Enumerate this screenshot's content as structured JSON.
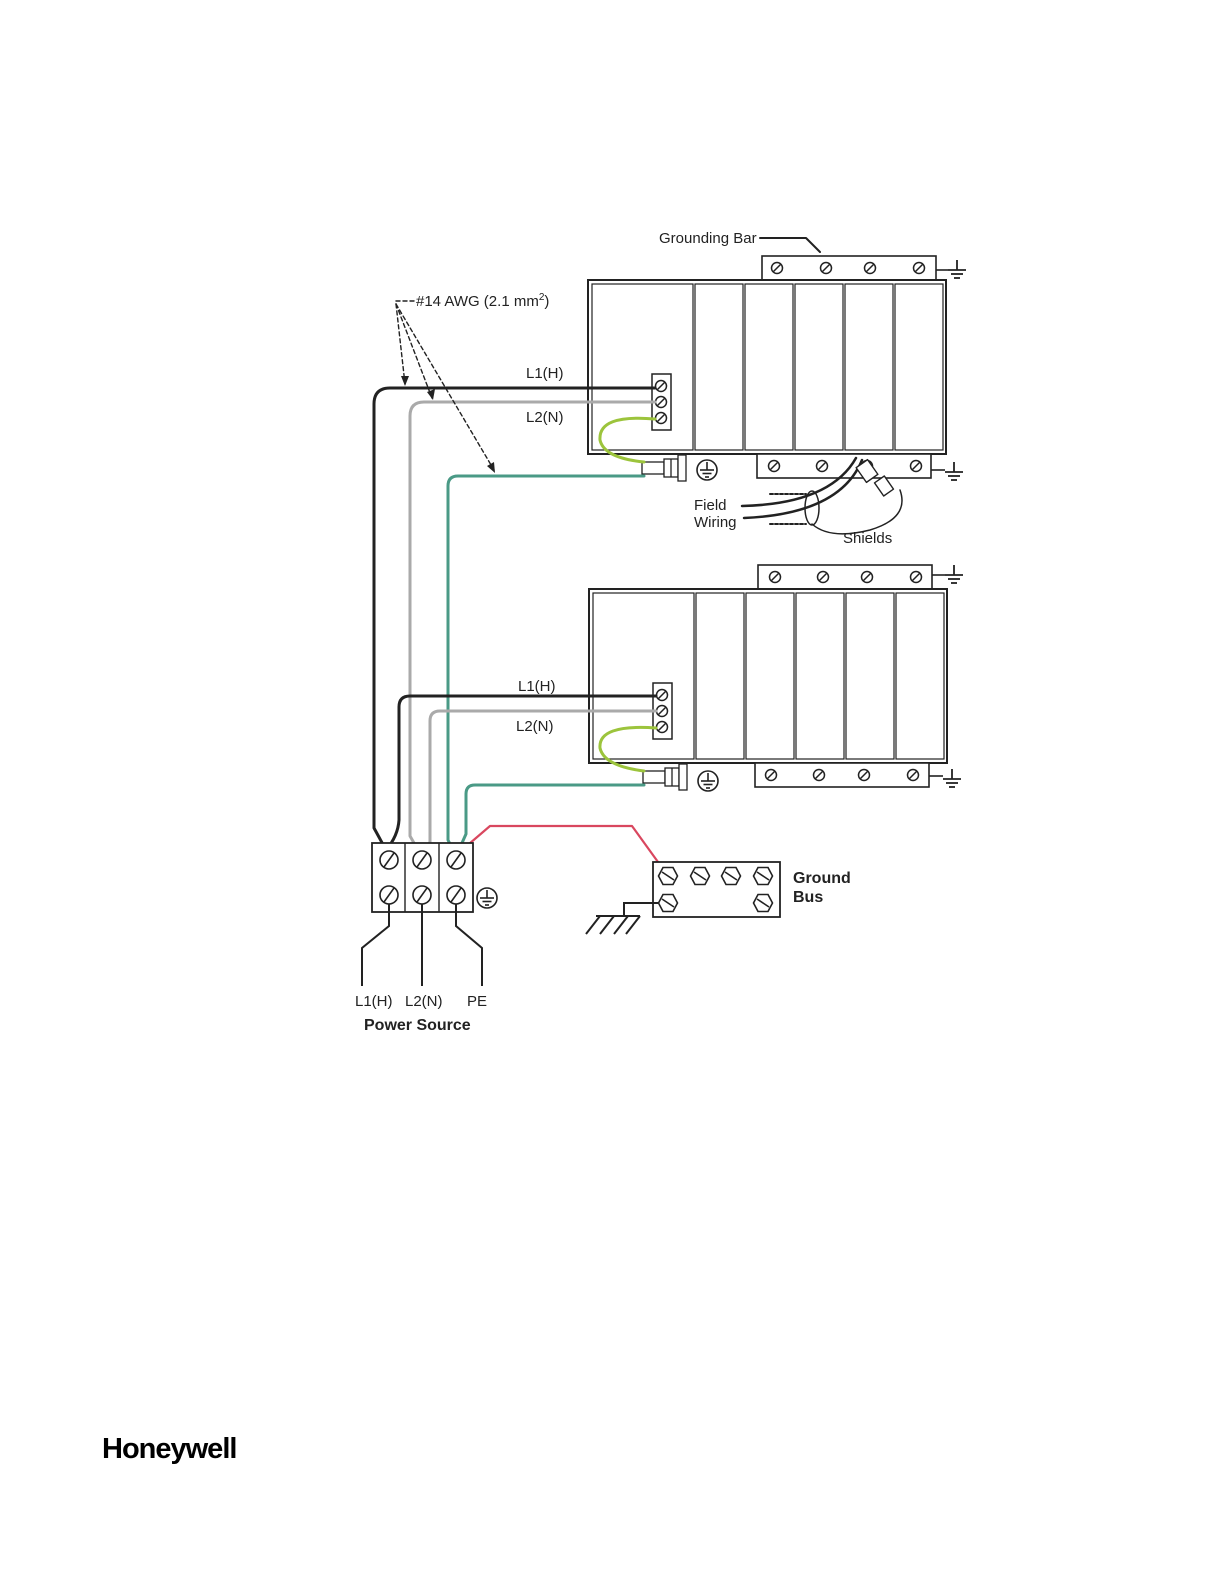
{
  "labels": {
    "grounding_bar": "Grounding Bar",
    "awg_prefix": "#14 AWG (2.1 mm",
    "awg_sup": "2",
    "awg_suffix": ")",
    "l1_top": "L1(H)",
    "l2_top": "L2(N)",
    "field": "Field",
    "wiring": "Wiring",
    "shields": "Shields",
    "l1_bottom": "L1(H)",
    "l2_bottom": "L2(N)",
    "ground": "Ground",
    "bus": "Bus",
    "src_l1": "L1(H)",
    "src_l2": "L2(N)",
    "src_pe": "PE",
    "power_source": "Power Source"
  },
  "colors": {
    "line_wire": "#222222",
    "neutral_wire": "#aaaaaa",
    "pe_wire": "#4a9a86",
    "ground_jumper": "#9cc43c",
    "ground_bus_wire": "#d9475f"
  },
  "brand": {
    "logo": "Honeywell"
  }
}
